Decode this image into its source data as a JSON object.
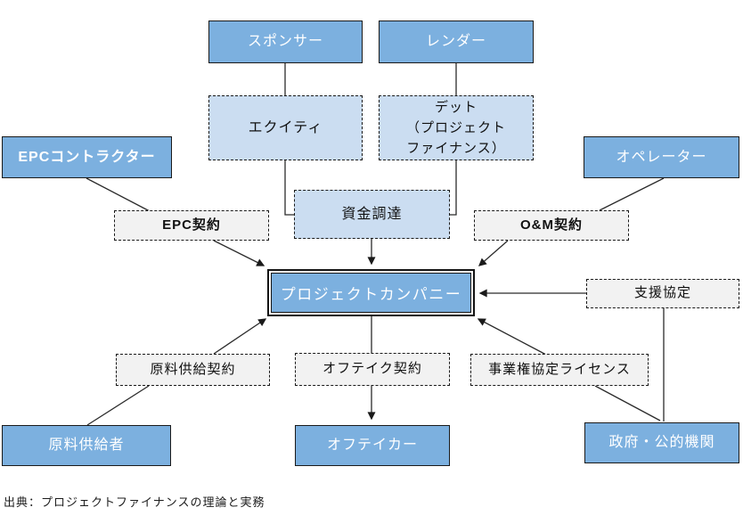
{
  "nodes": {
    "sponsor": {
      "label": "スポンサー"
    },
    "lender": {
      "label": "レンダー"
    },
    "equity": {
      "label": "エクイティ"
    },
    "debt": {
      "label_lines": [
        "デット",
        "（プロジェクト",
        "ファイナンス）"
      ]
    },
    "epc_contractor": {
      "label": "EPCコントラクター"
    },
    "operator": {
      "label": "オペレーター"
    },
    "epc_contract": {
      "label": "EPC契約"
    },
    "funding": {
      "label": "資金調達"
    },
    "om_contract": {
      "label": "O&M契約"
    },
    "project_company": {
      "label": "プロジェクトカンパニー"
    },
    "support_agreement": {
      "label": "支援協定"
    },
    "supply_contract": {
      "label": "原料供給契約"
    },
    "offtake_contract": {
      "label": "オフテイク契約"
    },
    "license": {
      "label": "事業権協定ライセンス"
    },
    "supplier": {
      "label": "原料供給者"
    },
    "offtaker": {
      "label": "オフテイカー"
    },
    "government": {
      "label": "政府・公的機関"
    }
  },
  "footer": {
    "source_note": "出典：プロジェクトファイナンスの理論と実務"
  },
  "colors": {
    "solid_box_fill": "#7CB0DF",
    "light_blue_fill": "#CBDDF1",
    "gray_fill": "#F2F2F2",
    "border": "#1A1A1A",
    "connector": "#2B2B2B",
    "solid_box_text": "#FFFFFF",
    "text": "#111111",
    "background": "#FFFFFF"
  }
}
